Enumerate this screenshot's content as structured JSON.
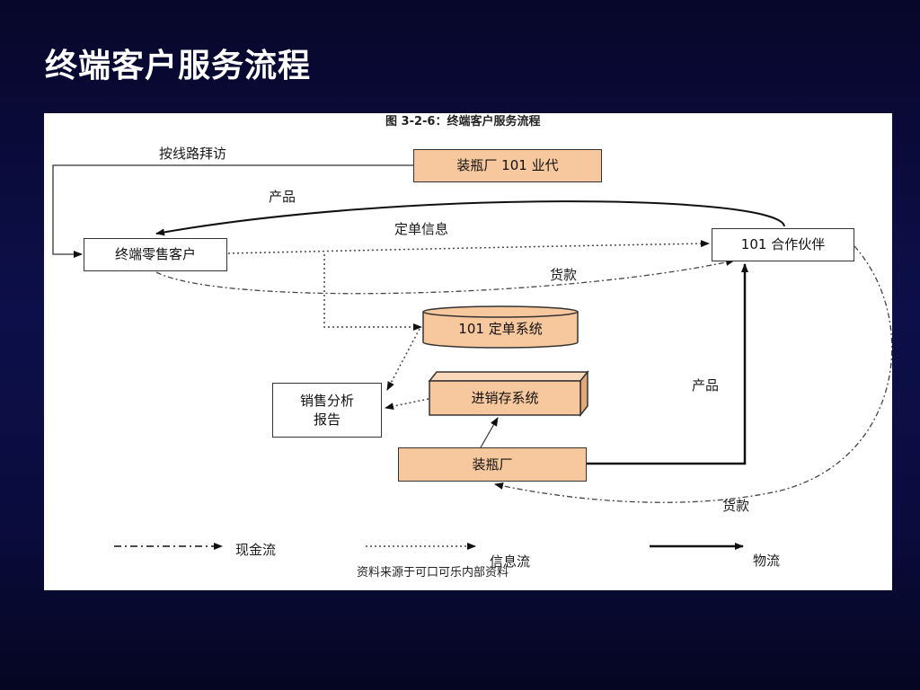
{
  "slide": {
    "title": "终端客户服务流程"
  },
  "figure": {
    "caption": "图 3-2-6：终端客户服务流程",
    "source": "资料来源于可口可乐内部资料",
    "nodes": {
      "bottler_agent": "装瓶厂 101 业代",
      "retail_customer": "终端零售客户",
      "partner": "101 合作伙伴",
      "order_system": "101 定单系统",
      "inventory_system": "进销存系统",
      "sales_report": "销售分析\n报告",
      "bottler": "装瓶厂"
    },
    "edge_labels": {
      "visit_route": "按线路拜访",
      "product_top": "产品",
      "order_info": "定单信息",
      "payment_mid": "货款",
      "product_right": "产品",
      "payment_bottom": "货款"
    },
    "legend": {
      "cash_flow": "现金流",
      "info_flow": "信息流",
      "logistics": "物流"
    }
  }
}
